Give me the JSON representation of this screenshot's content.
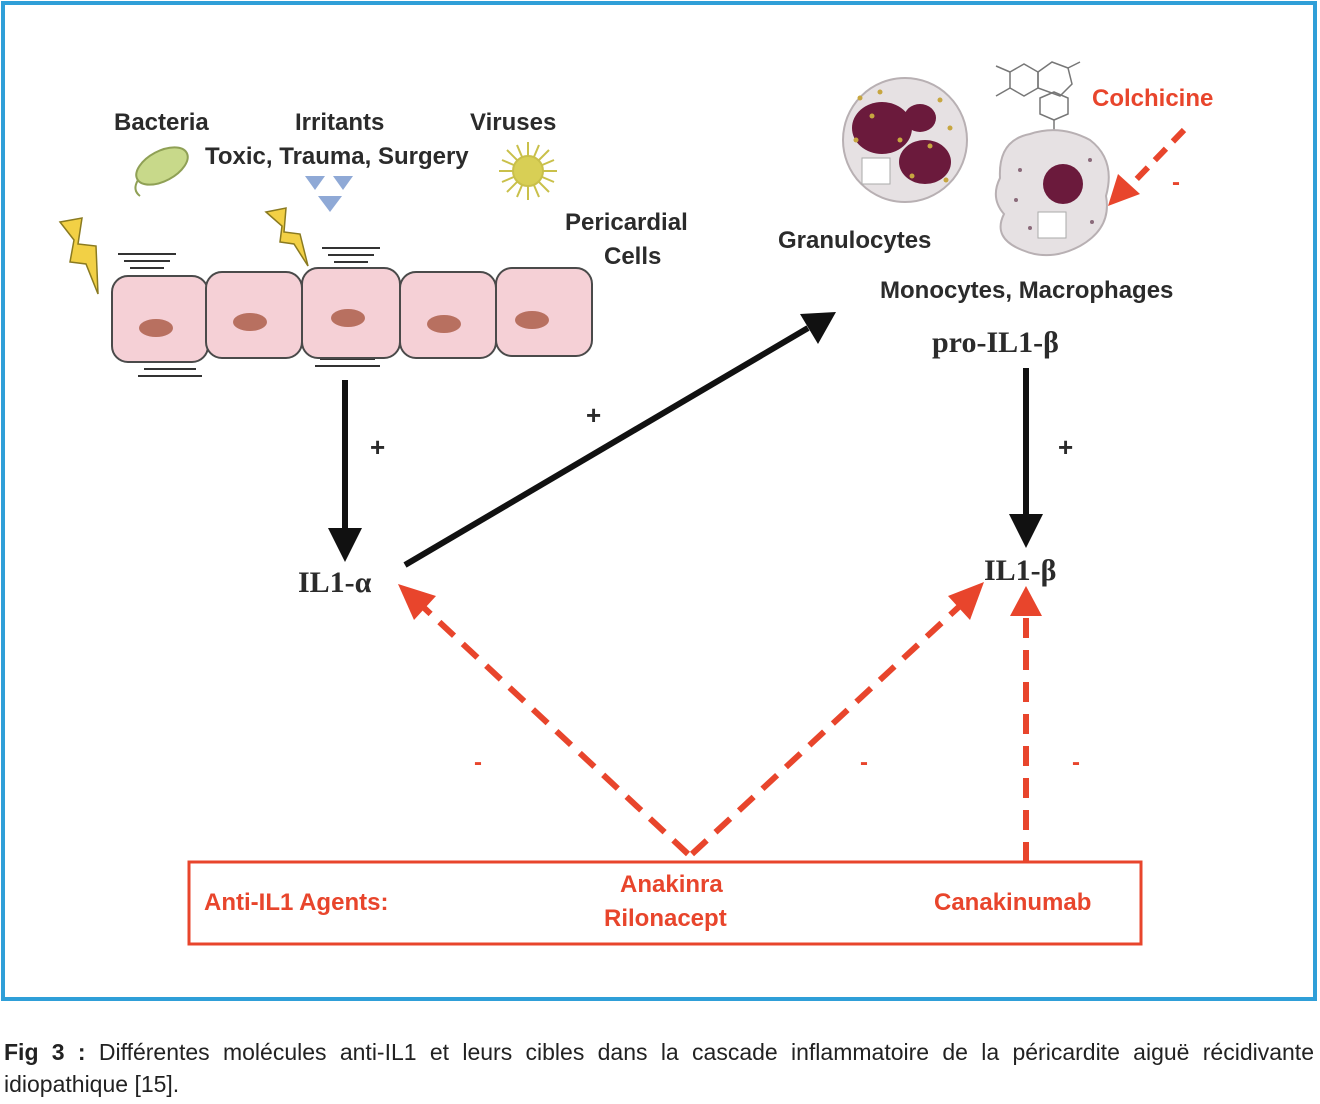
{
  "colors": {
    "frame": "#2f9fd8",
    "inhibit": "#e8452c",
    "stimulate": "#111111",
    "cell_fill": "#f5d0d6",
    "cell_nucleus": "#b87060",
    "granule": "#6b1a3c"
  },
  "icons": [
    "bacteria-icon",
    "irritant-triangles-icon",
    "virus-icon",
    "lightning-icon",
    "pericardial-cell-icon",
    "granulocyte-icon",
    "macrophage-icon",
    "colchicine-molecule-icon"
  ],
  "stimuli": {
    "bacteria": "Bacteria",
    "irritants": "Irritants",
    "viruses": "Viruses",
    "toxic": "Toxic, Trauma, Surgery"
  },
  "cells": {
    "pericardial_line1": "Pericardial",
    "pericardial_line2": "Cells",
    "granulocytes": "Granulocytes",
    "monocytes": "Monocytes, Macrophages"
  },
  "molecules": {
    "pro_il1b": "pro-IL1-β",
    "il1a": "IL1-α",
    "il1b": "IL1-β"
  },
  "drugs": {
    "colchicine": "Colchicine",
    "box_title": "Anti-IL1 Agents:",
    "anakinra": "Anakinra",
    "rilonacept": "Rilonacept",
    "canakinumab": "Canakinumab"
  },
  "signs": {
    "plus": "+",
    "minus": "-"
  },
  "caption": {
    "label": "Fig 3 :",
    "text": " Différentes molécules anti-IL1 et leurs cibles dans la cascade inflammatoire de la péricardite aiguë récidivante idiopathique [15]."
  }
}
